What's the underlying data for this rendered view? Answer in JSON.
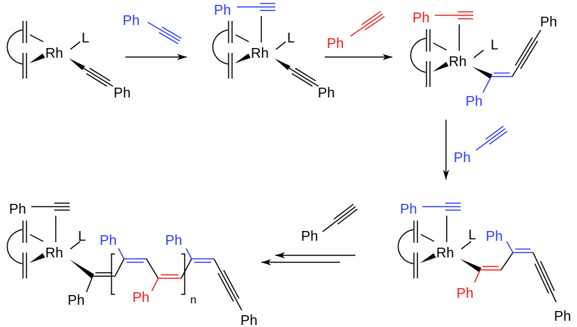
{
  "colors": {
    "black": "#000000",
    "blue": "#2e3cf5",
    "red": "#f01818"
  },
  "step1": {
    "metal": "Rh",
    "ligand": "L",
    "ph": "Ph"
  },
  "reagent1": {
    "ph": "Ph"
  },
  "step2": {
    "metal": "Rh",
    "ligand": "L",
    "ph_top": "Ph",
    "ph": "Ph"
  },
  "reagent2": {
    "ph": "Ph"
  },
  "step3": {
    "metal": "Rh",
    "ligand": "L",
    "ph_top": "Ph",
    "ph_vinyl": "Ph",
    "ph_end": "Ph"
  },
  "reagent3": {
    "ph": "Ph"
  },
  "step4": {
    "metal": "Rh",
    "ligand": "L",
    "ph_top": "Ph",
    "ph_red": "Ph",
    "ph_blue": "Ph",
    "ph_end": "Ph"
  },
  "reagent4": {
    "ph": "Ph"
  },
  "polymer": {
    "metal": "Rh",
    "ligand": "L",
    "ph_top": "Ph",
    "ph_first": "Ph",
    "ph_blue1": "Ph",
    "ph_red": "Ph",
    "ph_blue2": "Ph",
    "ph_end": "Ph",
    "repeat": "n"
  }
}
